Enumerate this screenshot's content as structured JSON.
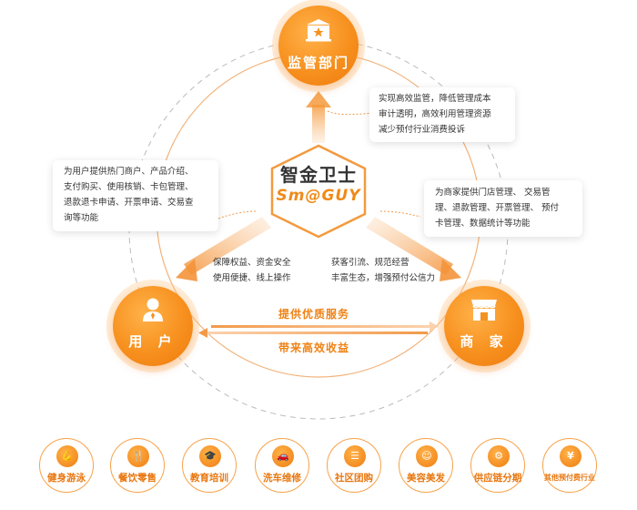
{
  "center": {
    "title": "智金卫士",
    "logo_text": "Sm@GUY"
  },
  "nodes": {
    "regulator": {
      "label": "监管部门",
      "icon": "government-building-icon"
    },
    "user": {
      "label": "用 户",
      "icon": "person-icon"
    },
    "merchant": {
      "label": "商 家",
      "icon": "storefront-icon"
    }
  },
  "boxes": {
    "regulator": [
      "实现高效监管，降低管理成本",
      "审计透明，高效利用管理资源",
      "减少预付行业消费投诉"
    ],
    "user": [
      "为用户提供热门商户、产品介绍、",
      "支付购买、使用核销、卡包管理、",
      "退款退卡申请、开票申请、交易查",
      "询等功能"
    ],
    "merchant": [
      "为商家提供门店管理、 交易管",
      "理、退款管理、开票管理、 预付",
      "卡管理、数据统计等功能"
    ]
  },
  "benefits": {
    "user": [
      "保障权益、资金安全",
      "使用便捷、线上操作"
    ],
    "merchant": [
      "获客引流、规范经营",
      "丰富生态，增强预付公信力"
    ]
  },
  "flows": {
    "to_merchant": "提供优质服务",
    "to_user": "带来高效收益"
  },
  "industries": [
    {
      "label": "健身游泳",
      "icon": "fitness-icon",
      "glyph": "💪"
    },
    {
      "label": "餐饮零售",
      "icon": "cutlery-icon",
      "glyph": "🍴"
    },
    {
      "label": "教育培训",
      "icon": "graduation-cap-icon",
      "glyph": "🎓"
    },
    {
      "label": "洗车维修",
      "icon": "car-icon",
      "glyph": "🚗"
    },
    {
      "label": "社区团购",
      "icon": "list-icon",
      "glyph": "☰"
    },
    {
      "label": "美容美发",
      "icon": "beauty-icon",
      "glyph": "☺"
    },
    {
      "label": "供应链分期",
      "icon": "supply-chain-icon",
      "glyph": "⚙"
    },
    {
      "label": "其他预付费行业",
      "icon": "yen-icon",
      "glyph": "¥"
    }
  ],
  "colors": {
    "accent": "#f7901e",
    "accent_dark": "#ee7a0c",
    "text": "#333333",
    "ring": "#f3b27a"
  }
}
